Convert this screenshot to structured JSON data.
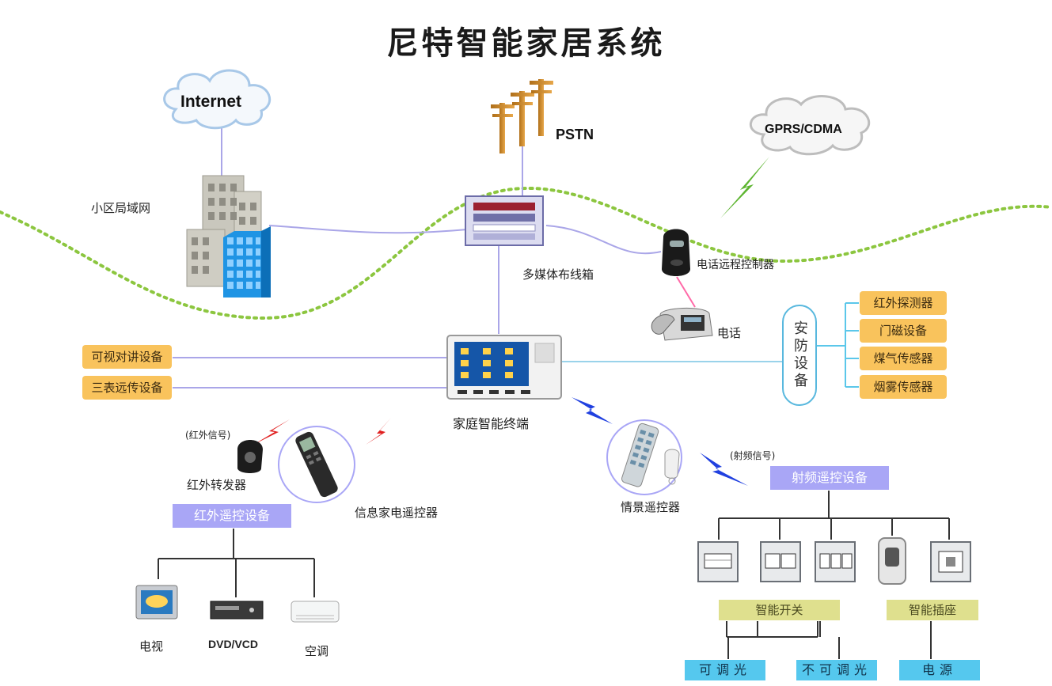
{
  "title": "尼特智能家居系统",
  "network": {
    "internet": "Internet",
    "pstn": "PSTN",
    "gprs": "GPRS/CDMA",
    "community_lan": "小区局域网",
    "media_box": "多媒体布线箱",
    "phone_remote": "电话远程控制器",
    "telephone": "电话"
  },
  "terminal": {
    "label": "家庭智能终端"
  },
  "left_devices": [
    "可视对讲设备",
    "三表远传设备"
  ],
  "security": {
    "label": "安防设备",
    "devices": [
      "红外探测器",
      "门磁设备",
      "煤气传感器",
      "烟雾传感器"
    ]
  },
  "infrared": {
    "signal": "(红外信号)",
    "repeater": "红外转发器",
    "remote": "信息家电遥控器",
    "group": "红外遥控设备",
    "appliances": [
      "电视",
      "DVD/VCD",
      "空调"
    ]
  },
  "rf": {
    "scene_remote": "情景遥控器",
    "signal": "(射频信号)",
    "group": "射频遥控设备",
    "smart_switch": "智能开关",
    "smart_socket": "智能插座",
    "outputs": [
      "可调光",
      "不可调光",
      "电源"
    ]
  }
}
